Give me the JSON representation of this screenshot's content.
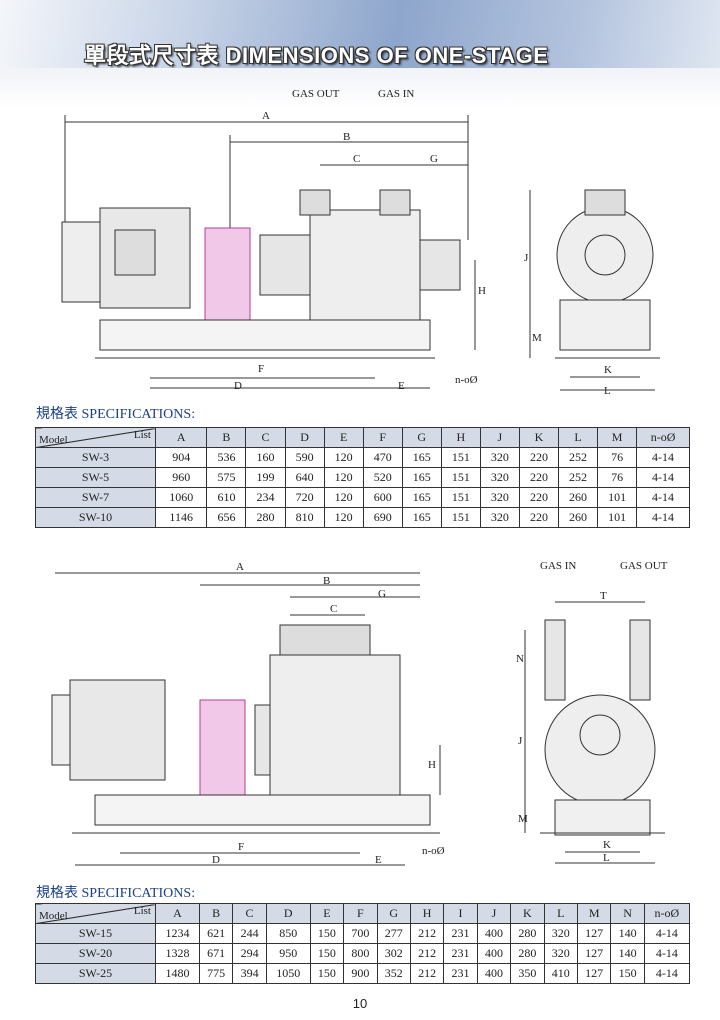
{
  "header": {
    "title": "單段式尺寸表  DIMENSIONS OF ONE-STAGE"
  },
  "drawing1": {
    "gas_out": "GAS OUT",
    "gas_in": "GAS IN",
    "labels": {
      "A": "A",
      "B": "B",
      "C": "C",
      "G": "G",
      "H": "H",
      "J": "J",
      "M": "M",
      "F": "F",
      "D": "D",
      "E": "E",
      "K": "K",
      "L": "L",
      "n": "n-oØ"
    }
  },
  "spec1": {
    "title": "規格表 SPECIFICATIONS:",
    "corner_model": "Model",
    "corner_list": "List",
    "columns": [
      "A",
      "B",
      "C",
      "D",
      "E",
      "F",
      "G",
      "H",
      "J",
      "K",
      "L",
      "M",
      "n-oØ"
    ],
    "rows": [
      {
        "model": "SW-3",
        "values": [
          "904",
          "536",
          "160",
          "590",
          "120",
          "470",
          "165",
          "151",
          "320",
          "220",
          "252",
          "76",
          "4-14"
        ]
      },
      {
        "model": "SW-5",
        "values": [
          "960",
          "575",
          "199",
          "640",
          "120",
          "520",
          "165",
          "151",
          "320",
          "220",
          "252",
          "76",
          "4-14"
        ]
      },
      {
        "model": "SW-7",
        "values": [
          "1060",
          "610",
          "234",
          "720",
          "120",
          "600",
          "165",
          "151",
          "320",
          "220",
          "260",
          "101",
          "4-14"
        ]
      },
      {
        "model": "SW-10",
        "values": [
          "1146",
          "656",
          "280",
          "810",
          "120",
          "690",
          "165",
          "151",
          "320",
          "220",
          "260",
          "101",
          "4-14"
        ]
      }
    ]
  },
  "drawing2": {
    "gas_in": "GAS IN",
    "gas_out": "GAS OUT",
    "labels": {
      "A": "A",
      "B": "B",
      "C": "C",
      "G": "G",
      "H": "H",
      "T": "T",
      "N": "N",
      "J": "J",
      "M": "M",
      "F": "F",
      "D": "D",
      "E": "E",
      "K": "K",
      "L": "L",
      "n": "n-oØ"
    }
  },
  "spec2": {
    "title": "規格表 SPECIFICATIONS:",
    "corner_model": "Model",
    "corner_list": "List",
    "columns": [
      "A",
      "B",
      "C",
      "D",
      "E",
      "F",
      "G",
      "H",
      "I",
      "J",
      "K",
      "L",
      "M",
      "N",
      "n-oØ"
    ],
    "rows": [
      {
        "model": "SW-15",
        "values": [
          "1234",
          "621",
          "244",
          "850",
          "150",
          "700",
          "277",
          "212",
          "231",
          "400",
          "280",
          "320",
          "127",
          "140",
          "4-14"
        ]
      },
      {
        "model": "SW-20",
        "values": [
          "1328",
          "671",
          "294",
          "950",
          "150",
          "800",
          "302",
          "212",
          "231",
          "400",
          "280",
          "320",
          "127",
          "140",
          "4-14"
        ]
      },
      {
        "model": "SW-25",
        "values": [
          "1480",
          "775",
          "394",
          "1050",
          "150",
          "900",
          "352",
          "212",
          "231",
          "400",
          "350",
          "410",
          "127",
          "150",
          "4-14"
        ]
      }
    ]
  },
  "page_number": "10"
}
